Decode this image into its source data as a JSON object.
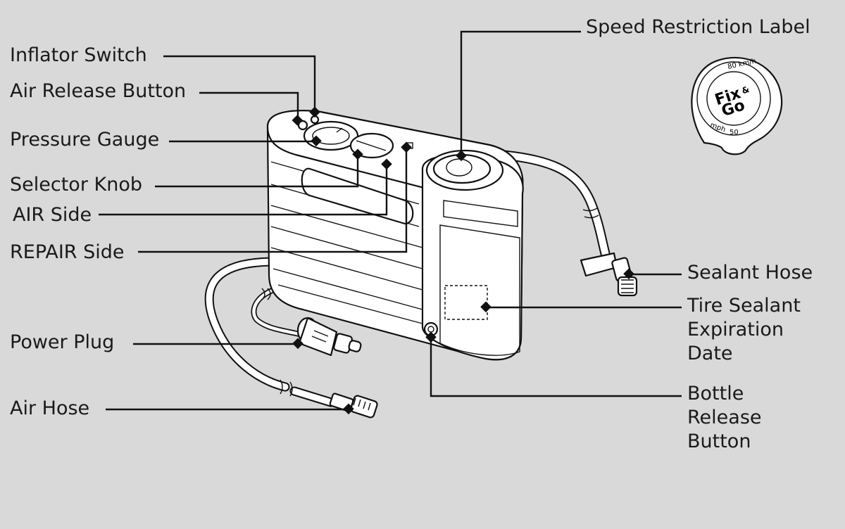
{
  "labels": {
    "inflator_switch": "Inflator Switch",
    "air_release_button": "Air Release Button",
    "pressure_gauge": "Pressure Gauge",
    "selector_knob": "Selector Knob",
    "air_side": "AIR Side",
    "repair_side": "REPAIR Side",
    "power_plug": "Power Plug",
    "air_hose": "Air Hose",
    "speed_restriction_label": "Speed Restriction Label",
    "sealant_hose": "Sealant Hose",
    "tire_sealant_expiration_date": [
      "Tire Sealant",
      "Expiration",
      "Date"
    ],
    "bottle_release_button": [
      "Bottle",
      "Release",
      "Button"
    ]
  },
  "speed_sticker": {
    "top_text": "80 km/h",
    "bottom_unit": "mph",
    "bottom_value": "50",
    "logo_line1": "Fix",
    "logo_amp": "&",
    "logo_line2": "Go"
  },
  "colors": {
    "background": "#d9d9d9",
    "line": "#111111",
    "fill": "#ffffff"
  }
}
